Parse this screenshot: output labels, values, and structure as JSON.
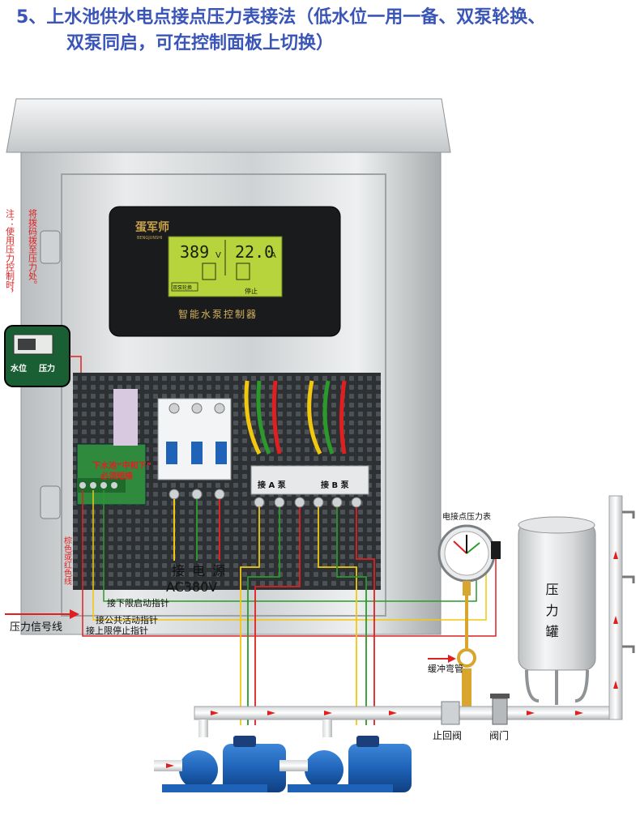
{
  "title": {
    "line1": "5、上水池供水电点接点压力表接法（低水位一用一备、双泵轮换、",
    "line2": "双泵同启，可在控制面板上切换）"
  },
  "note": {
    "col1": "注：使用压力控制时，",
    "col2": "将拨码拨至压力处。"
  },
  "switch_labels": {
    "left": "水位",
    "right": "压力"
  },
  "controller": {
    "brand": "蛋军师",
    "brand_sub": "BENGJUNSHI",
    "voltage": "389",
    "voltage_unit": "V",
    "current": "22.0",
    "current_unit": "A",
    "mode": "双泵轮换",
    "status": "停止",
    "name": "智能水泵控制器"
  },
  "labels": {
    "short_connect_1": "下水池“中和下”",
    "short_connect_2": "必须短接",
    "pump_a": "接 A 泵",
    "pump_b": "接 B 泵",
    "power_1": "接 电 源",
    "power_2": "AC380V",
    "wire_color": "棕色或红色线",
    "lower_limit": "接下限启动指针",
    "common": "接公共活动指针",
    "upper_limit": "接上限停止指针",
    "pressure_signal": "压力信号线",
    "gauge": "电接点压力表",
    "tank": "压力罐",
    "buffer": "缓冲弯管",
    "check_valve": "止回阀",
    "valve": "阀门"
  },
  "colors": {
    "title": "#3a55b8",
    "red_text": "#e02020",
    "wire_red": "#e02020",
    "wire_yellow": "#f2c80f",
    "wire_green": "#2a9a2a",
    "pump_blue": "#1f63b8"
  }
}
